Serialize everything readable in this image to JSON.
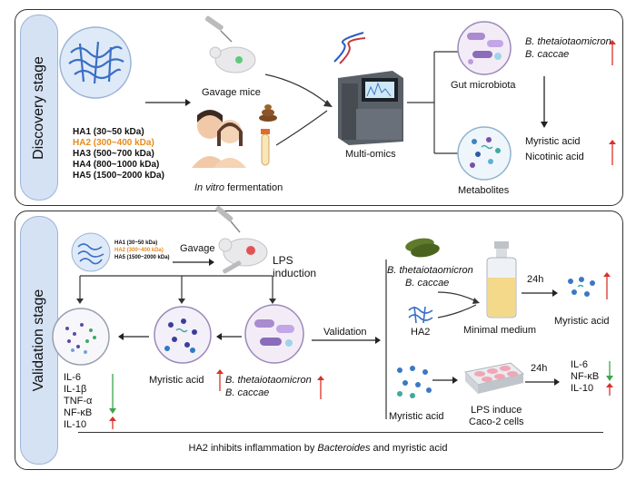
{
  "discovery": {
    "stage_label": "Discovery stage",
    "ha_list": [
      {
        "text": "HA1 (30~50 kDa)",
        "highlight": false
      },
      {
        "text": "HA2 (300~400 kDa)",
        "highlight": true
      },
      {
        "text": "HA3 (500~700 kDa)",
        "highlight": false
      },
      {
        "text": "HA4 (800~1000 kDa)",
        "highlight": false
      },
      {
        "text": "HA5 (1500~2000 kDa)",
        "highlight": false
      }
    ],
    "gavage_mice": "Gavage mice",
    "in_vitro": "In vitro",
    "fermentation": " fermentation",
    "multi_omics": "Multi-omics",
    "gut_microbiota": "Gut microbiota",
    "metabolites": "Metabolites",
    "bacteria_1": "B. thetaiotaomicron",
    "bacteria_2": "B. caccae",
    "metabolite_1": "Myristic acid",
    "metabolite_2": "Nicotinic acid"
  },
  "validation": {
    "stage_label": "Validation stage",
    "ha_small": [
      {
        "text": "HA1 (30~50 kDa)",
        "highlight": false
      },
      {
        "text": "HA2 (300~400 kDa)",
        "highlight": true
      },
      {
        "text": "HA5 (1500~2000 kDa)",
        "highlight": false
      }
    ],
    "gavage": "Gavage",
    "lps_1": "LPS",
    "lps_2": "induction",
    "cytokines": [
      "IL-6",
      "IL-1β",
      "TNF-α",
      "NF-κB",
      "IL-10"
    ],
    "myristic_acid": "Myristic acid",
    "bacteria_1": "B. thetaiotaomicron",
    "bacteria_2": "B. caccae",
    "validation_label": "Validation",
    "right_bacteria_1": "B. thetaiotaomicron",
    "right_bacteria_2": "B. caccae",
    "ha2": "HA2",
    "minimal_medium": "Minimal medium",
    "time_1": "24h",
    "myristic_acid_result": "Myristic acid",
    "myristic_acid_input": "Myristic acid",
    "lps_induce_1": "LPS induce",
    "lps_induce_2": "Caco-2 cells",
    "time_2": "24h",
    "right_cytokines": [
      "IL-6",
      "NF-κB",
      "IL-10"
    ]
  },
  "conclusion": {
    "prefix": "HA2 inhibits inflammation by ",
    "emph": "Bacteroides",
    "suffix": " and myristic acid"
  },
  "colors": {
    "up_arrow": "#d8322a",
    "down_arrow": "#3aa64a",
    "highlight": "#e88a1a",
    "stage_label_bg": "#d4e2f4"
  }
}
